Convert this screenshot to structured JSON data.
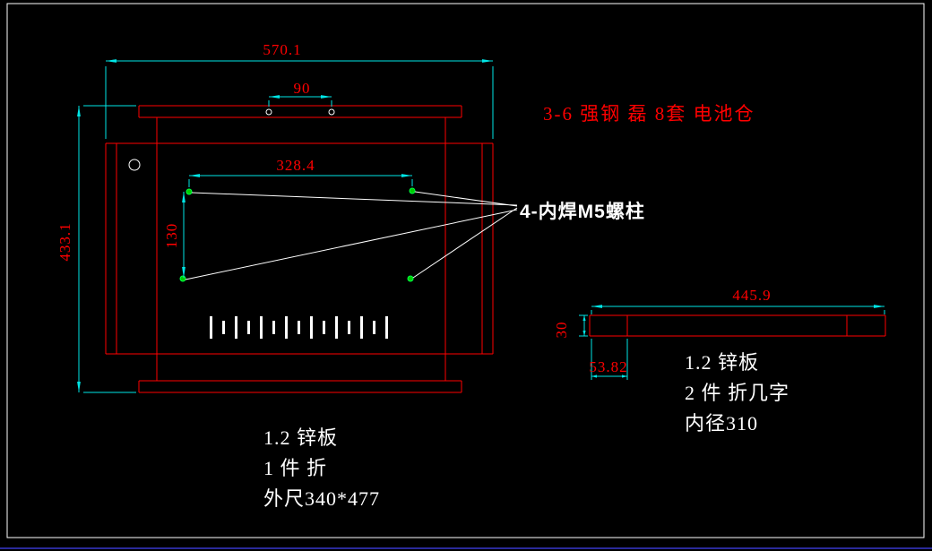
{
  "colors": {
    "background": "#000000",
    "geometry": "#ff0000",
    "dimension_lines": "#00e6e6",
    "dimension_text": "#ff0000",
    "annotation_text": "#ffffff",
    "stud_marker": "#00cc00",
    "frame": "#ffffff",
    "bottom_rule": "#2a2a9a"
  },
  "dims": {
    "overall_width": "570.1",
    "top_hole_spacing": "90",
    "stud_span_x": "328.4",
    "stud_span_y": "130",
    "overall_height": "433.1",
    "side_length": "445.9",
    "side_height": "30",
    "side_flange": "53.82"
  },
  "notes": {
    "battery_note": "3-6 强钢 磊 8套  电池仓",
    "stud_note": "4-内焊M5螺柱",
    "front_plate": [
      "1.2 锌板",
      "1  件  折",
      "外尺340*477"
    ],
    "side_plate": [
      "1.2 锌板",
      "2  件  折几字",
      "内径310"
    ]
  }
}
